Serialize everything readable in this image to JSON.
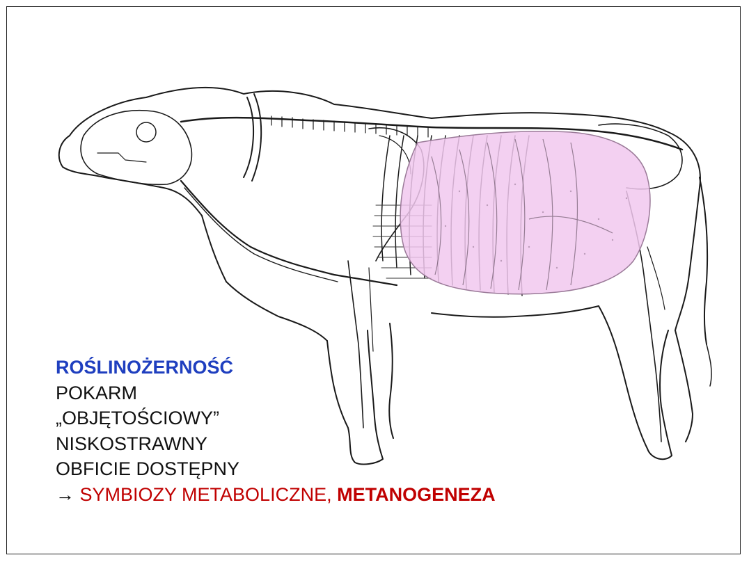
{
  "colors": {
    "heading": "#1f3fbf",
    "accent": "#c00000",
    "text": "#111111",
    "stomach_fill": "#f1c8ef"
  },
  "illustration": {
    "icon": "cow-anatomy-illustration",
    "stomach_icon": "rumen-highlight"
  },
  "text": {
    "heading": "ROŚLINOŻERNOŚĆ",
    "line1": "POKARM",
    "line2": "„OBJĘTOŚCIOWY”",
    "line3": "NISKOSTRAWNY",
    "line4": "OBFICIE DOSTĘPNY",
    "arrow": "→",
    "symbiosis": "SYMBIOZY METABOLICZNE, ",
    "methanogenesis": "METANOGENEZA"
  }
}
